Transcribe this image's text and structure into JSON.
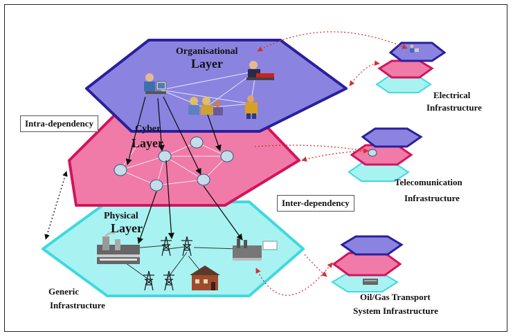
{
  "layers": {
    "organisational": [
      "Organisational",
      "Layer"
    ],
    "cyber": [
      "Cyber",
      "Layer"
    ],
    "physical": [
      "Physical",
      "Layer"
    ]
  },
  "labels": {
    "intra_dependency": "Intra-dependency",
    "inter_dependency": "Inter-dependency",
    "generic": [
      "Generic",
      "Infrastructure"
    ],
    "electrical": [
      "Electrical",
      "Infrastructure"
    ],
    "telecom": [
      "Telecomunication",
      "Infrastructure"
    ],
    "oilgas": [
      "Oil/Gas Transport",
      "System Infrastructure"
    ]
  },
  "colors": {
    "organisational_fill": "#8a84e0",
    "organisational_stroke": "#2a1f9c",
    "cyber_fill": "#f07aa8",
    "cyber_stroke": "#d4145a",
    "physical_fill": "#a8f2f2",
    "physical_stroke": "#40d8e0",
    "node_fill": "#c4dde8",
    "dependency_arrow": "#d43030"
  },
  "icons": {
    "people": [
      "person-at-computer-icon",
      "person-on-phone-icon",
      "people-meeting-icon",
      "worker-icon"
    ],
    "physical": [
      "factory-icon",
      "power-pylon-icon",
      "power-pylon-icon",
      "power-pylon-icon",
      "house-icon",
      "refinery-icon",
      "pipeline-icon"
    ]
  }
}
